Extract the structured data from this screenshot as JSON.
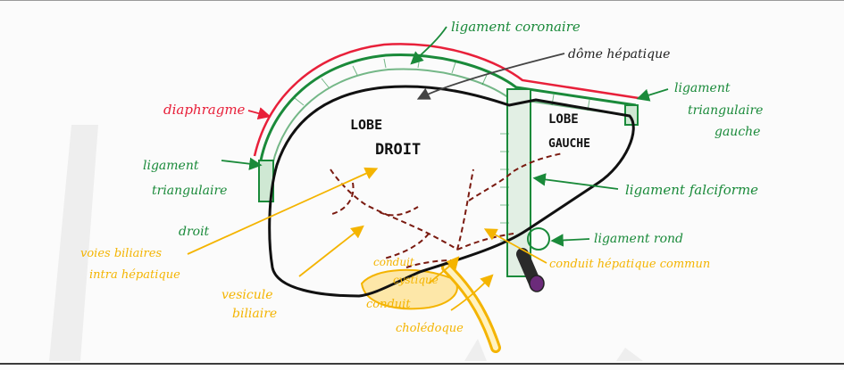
{
  "colors": {
    "ligament": "#1a8a3a",
    "diaphragm": "#e8203a",
    "bile": "#f4b400",
    "outline": "#111111",
    "duct": "#7a1a10"
  },
  "labels": {
    "ligament_coronaire": "ligament coronaire",
    "dome_hepatique": "dôme hépatique",
    "diaphragme": "diaphragme",
    "ligament_triangulaire_gauche_1": "ligament",
    "ligament_triangulaire_gauche_2": "triangulaire",
    "ligament_triangulaire_gauche_3": "gauche",
    "ligament_triangulaire_droit_1": "ligament",
    "ligament_triangulaire_droit_2": "triangulaire",
    "ligament_triangulaire_droit_3": "droit",
    "ligament_falciforme": "ligament falciforme",
    "ligament_rond": "ligament rond",
    "voies_biliaires_1": "voies biliaires",
    "voies_biliaires_2": "intra hépatique",
    "vesicule_1": "vesicule",
    "vesicule_2": "biliaire",
    "conduit_cystique_1": "conduit",
    "conduit_cystique_2": "cystique",
    "conduit_choledoque_1": "conduit",
    "conduit_choledoque_2": "cholédoque",
    "conduit_hepatique_commun": "conduit hépatique commun",
    "lobe_droit_1": "LOBE",
    "lobe_droit_2": "DROIT",
    "lobe_gauche_1": "LOBE",
    "lobe_gauche_2": "GAUCHE"
  }
}
